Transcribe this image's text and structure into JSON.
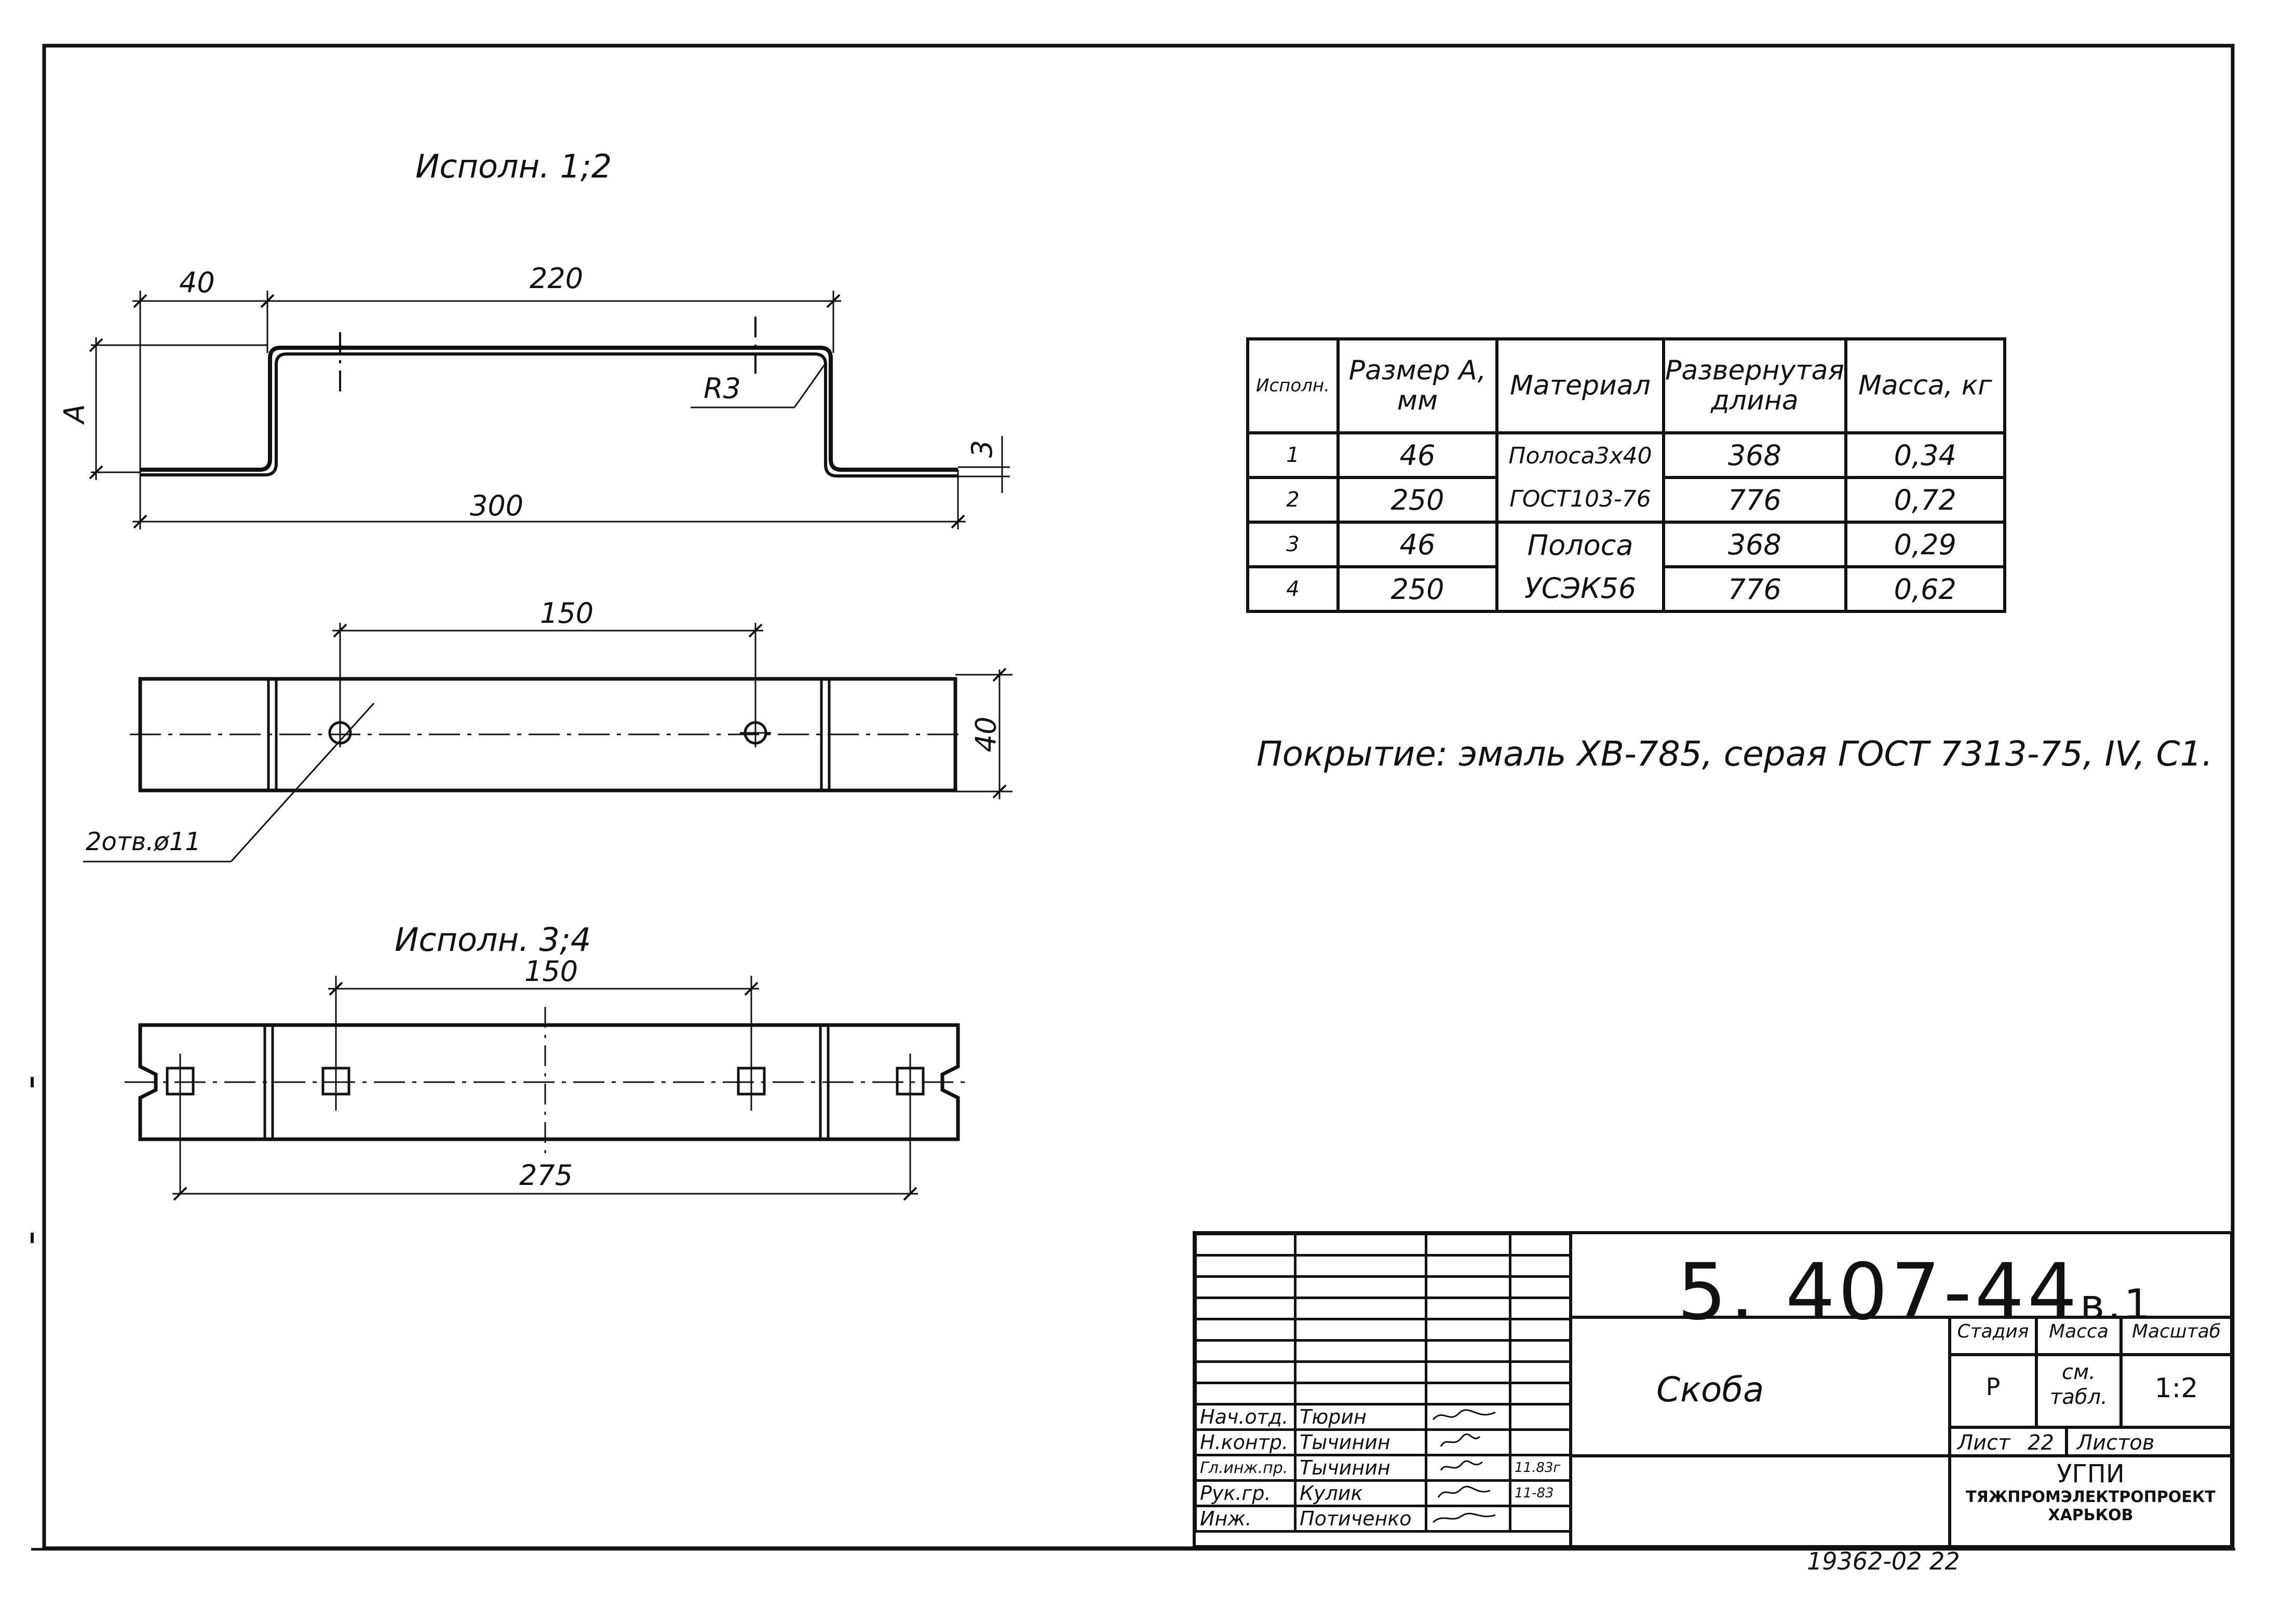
{
  "variants": {
    "top_title": "Исполн. 1;2",
    "bottom_title": "Исполн. 3;4"
  },
  "dimensions": {
    "d40_top": "40",
    "d220": "220",
    "d300": "300",
    "dA": "A",
    "radius": "R3",
    "thickness": "3",
    "d150_mid": "150",
    "d40_side": "40",
    "holes": "2отв.ø11",
    "d150_bottom": "150",
    "d275": "275"
  },
  "spec_table": {
    "headers": [
      "Исполн.",
      "Размер A, мм",
      "Материал",
      "Развернутая длина",
      "Масса, кг"
    ],
    "rows": [
      {
        "variant": "1",
        "size": "46",
        "material": "Полоса3х40",
        "length": "368",
        "mass": "0,34"
      },
      {
        "variant": "2",
        "size": "250",
        "material": "ГОСТ103-76",
        "length": "776",
        "mass": "0,72"
      },
      {
        "variant": "3",
        "size": "46",
        "material": "Полоса",
        "length": "368",
        "mass": "0,29"
      },
      {
        "variant": "4",
        "size": "250",
        "material": "УСЭК56",
        "length": "776",
        "mass": "0,62"
      }
    ]
  },
  "coating": "Покрытие: эмаль ХВ-785, серая ГОСТ 7313-75, IV, С1.",
  "title_block": {
    "code": "5. 407-44",
    "code_suffix": "в.1",
    "name": "Скоба",
    "stage_label": "Стадия",
    "mass_label": "Масса",
    "scale_label": "Масштаб",
    "stage": "Р",
    "mass": "см. табл.",
    "scale": "1:2",
    "sheet_label": "Лист",
    "sheet": "22",
    "sheets_label": "Листов",
    "org_line1": "УГПИ",
    "org_line2": "ТЯЖПРОМЭЛЕКТРОПРОЕКТ",
    "org_line3": "ХАРЬКОВ",
    "people": [
      {
        "role": "Нач.отд.",
        "name": "Тюрин",
        "date": ""
      },
      {
        "role": "Н.контр.",
        "name": "Тычинин",
        "date": ""
      },
      {
        "role": "Гл.инж.пр.",
        "name": "Тычинин",
        "date": "11.83г"
      },
      {
        "role": "Рук.гр.",
        "name": "Кулик",
        "date": "11-83"
      },
      {
        "role": "Инж.",
        "name": "Потиченко",
        "date": ""
      }
    ]
  },
  "stamp": "19362-02    22"
}
